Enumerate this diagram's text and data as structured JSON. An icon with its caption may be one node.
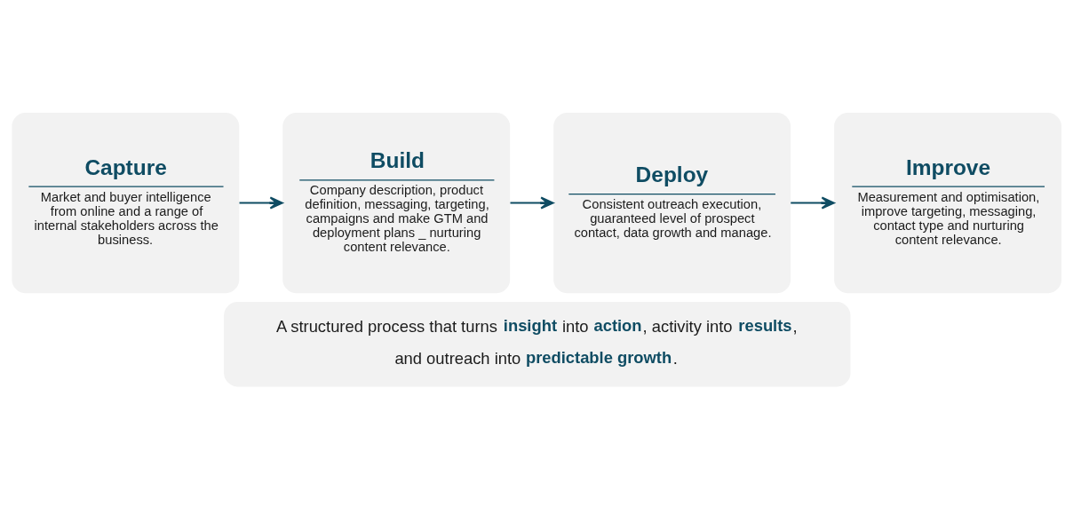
{
  "diagram": {
    "nodes": [
      {
        "text": [
          "Capture",
          "Market and buyer intelligence from online and a range of internal stakeholders across the business."
        ]
      },
      {
        "text": [
          "Build",
          "Company description, product definition, messaging, targeting, campaigns and make GTM and deployment plans _ nurturing content relevance."
        ]
      },
      {
        "text": [
          "Deploy",
          "Consistent outreach execution, guaranteed level of prospect contact, data growth and manage."
        ]
      },
      {
        "text": [
          "Improve",
          "Measurement and optimisation, improve targeting, messaging, contact type and nurturing content relevance."
        ]
      },
      {
        "text": [
          "A structured process that turns **insight** into **action**, activity into **results**, and outreach into **predictable growth**."
        ]
      }
    ],
    "edges": [
      {
        "from": 0,
        "to": 1,
        "arrow": "to"
      },
      {
        "from": 1,
        "to": 2,
        "arrow": "to"
      },
      {
        "from": 2,
        "to": 3,
        "arrow": "to"
      }
    ]
  }
}
